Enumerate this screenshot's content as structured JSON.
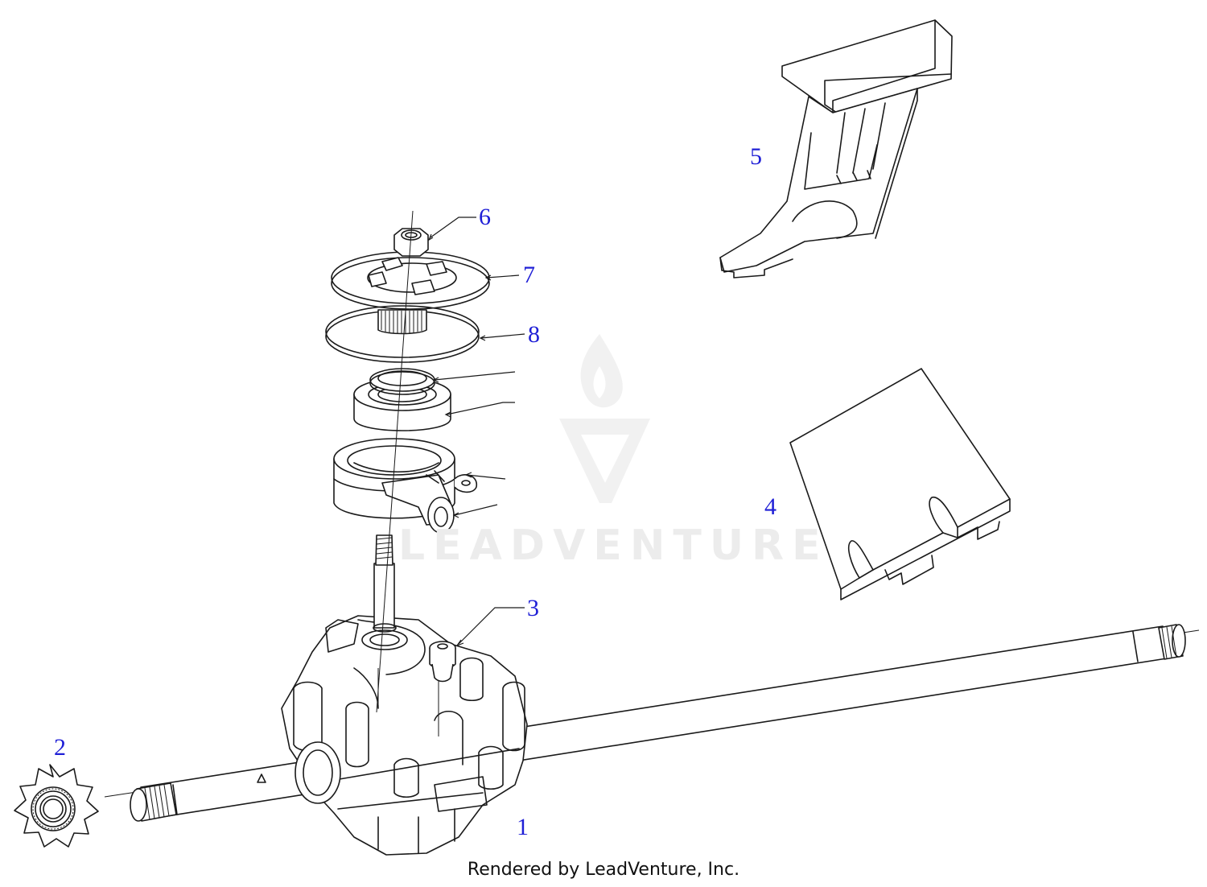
{
  "colors": {
    "callout": "#1f1fd6",
    "line": "#1a1a1a",
    "watermark": "#e6e6e6"
  },
  "callouts": [
    {
      "id": "1",
      "label": "1"
    },
    {
      "id": "2",
      "label": "2"
    },
    {
      "id": "3",
      "label": "3"
    },
    {
      "id": "4",
      "label": "4"
    },
    {
      "id": "5",
      "label": "5"
    },
    {
      "id": "6",
      "label": "6"
    },
    {
      "id": "7",
      "label": "7"
    },
    {
      "id": "8",
      "label": "8"
    }
  ],
  "watermark": {
    "text": "LEADVENTURE",
    "icon": "flame-v-logo-icon"
  },
  "footer": {
    "text": "Rendered by LeadVenture, Inc."
  }
}
